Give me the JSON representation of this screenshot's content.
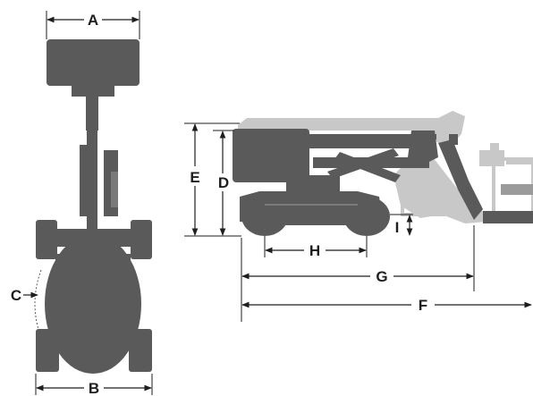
{
  "diagram": {
    "colors": {
      "machine": "#5a5a5a",
      "machine_light": "#9b9b9b",
      "machine_faded": "#c8c8c8",
      "line": "#1e1e1e",
      "background": "#ffffff"
    },
    "dimensions": {
      "a": "A",
      "b": "B",
      "c": "C",
      "d": "D",
      "e": "E",
      "f": "F",
      "g": "G",
      "h": "H",
      "i": "I"
    }
  }
}
